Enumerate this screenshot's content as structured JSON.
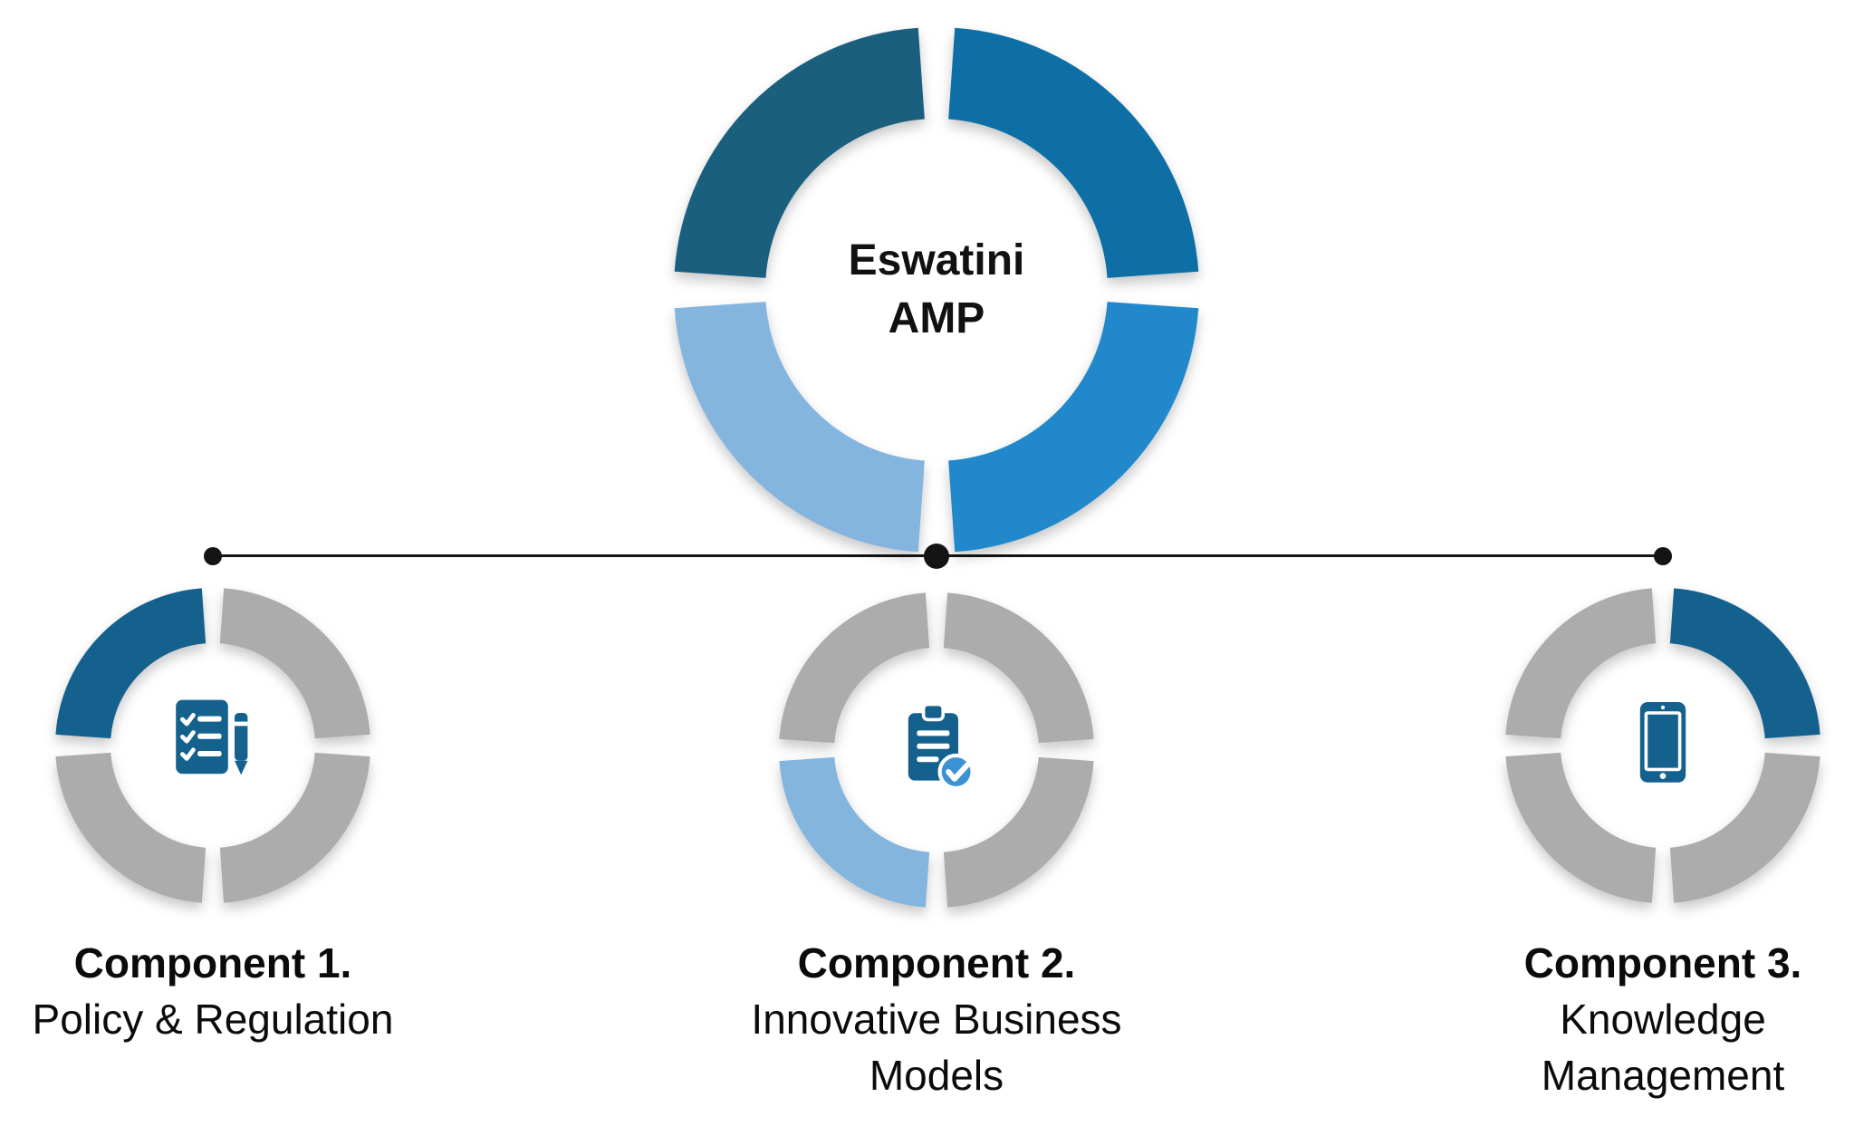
{
  "hub": {
    "title_line1": "Eswatini",
    "title_line2": "AMP",
    "segments": [
      {
        "pos": "top-left",
        "color": "#1B5F7F",
        "name": "hub-segment-top-left"
      },
      {
        "pos": "top-right",
        "color": "#0D6FA5",
        "name": "hub-segment-top-right"
      },
      {
        "pos": "bottom-right",
        "color": "#2189CB",
        "name": "hub-segment-bottom-right"
      },
      {
        "pos": "bottom-left",
        "color": "#83B5DF",
        "name": "hub-segment-bottom-left"
      }
    ]
  },
  "components": [
    {
      "heading": "Component 1.",
      "subtitle_lines": [
        "Policy & Regulation"
      ],
      "icon": "document-pen-icon",
      "ring_segments": [
        {
          "pos": "top-left",
          "color": "#15618E",
          "name": "component-1-highlight-segment"
        },
        {
          "pos": "top-right",
          "color": "#ACACAC",
          "name": "component-1-gray-segment"
        },
        {
          "pos": "bottom-right",
          "color": "#ACACAC",
          "name": "component-1-gray-segment"
        },
        {
          "pos": "bottom-left",
          "color": "#ACACAC",
          "name": "component-1-gray-segment"
        }
      ]
    },
    {
      "heading": "Component 2.",
      "subtitle_lines": [
        "Innovative Business",
        "Models"
      ],
      "icon": "clipboard-check-icon",
      "ring_segments": [
        {
          "pos": "top-left",
          "color": "#ACACAC",
          "name": "component-2-gray-segment"
        },
        {
          "pos": "top-right",
          "color": "#ACACAC",
          "name": "component-2-gray-segment"
        },
        {
          "pos": "bottom-right",
          "color": "#ACACAC",
          "name": "component-2-gray-segment"
        },
        {
          "pos": "bottom-left",
          "color": "#83B5DF",
          "name": "component-2-highlight-segment"
        }
      ]
    },
    {
      "heading": "Component 3.",
      "subtitle_lines": [
        "Knowledge",
        "Management"
      ],
      "icon": "tablet-icon",
      "ring_segments": [
        {
          "pos": "top-left",
          "color": "#ACACAC",
          "name": "component-3-gray-segment"
        },
        {
          "pos": "top-right",
          "color": "#15618E",
          "name": "component-3-highlight-segment"
        },
        {
          "pos": "bottom-right",
          "color": "#ACACAC",
          "name": "component-3-gray-segment"
        },
        {
          "pos": "bottom-left",
          "color": "#ACACAC",
          "name": "component-3-gray-segment"
        }
      ]
    }
  ],
  "colors": {
    "icon_blue": "#15618E",
    "check_accent": "#3B93D4",
    "connector": "#141414",
    "segment_gray": "#ACACAC"
  }
}
